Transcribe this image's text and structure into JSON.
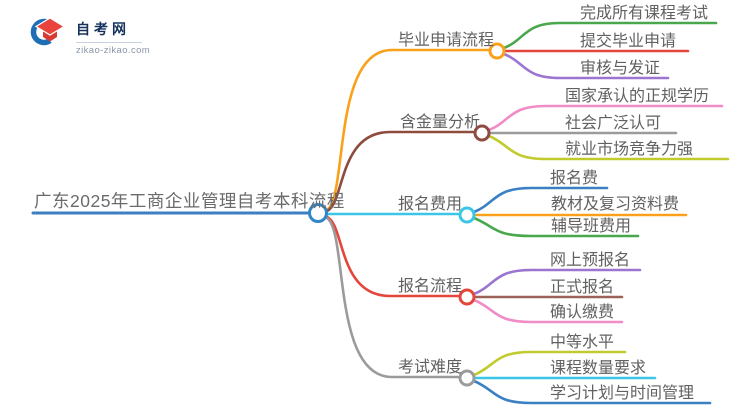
{
  "logo": {
    "name": "自考网",
    "domain": "zikao-zikao.com",
    "icon": "graduation-cap-icon"
  },
  "mindmap": {
    "title": "广东2025年工商企业管理自考本科流程",
    "root_color": "#2F86C9",
    "title_underline_color": "#3E7FC1",
    "branches": [
      {
        "label": "毕业申请流程",
        "color": "#F9A11B",
        "children": [
          {
            "label": "完成所有课程考试",
            "color": "#49A84C"
          },
          {
            "label": "提交毕业申请",
            "color": "#E5463C"
          },
          {
            "label": "审核与发证",
            "color": "#9C75D0"
          }
        ]
      },
      {
        "label": "含金量分析",
        "color": "#8E4B3F",
        "children": [
          {
            "label": "国家承认的正规学历",
            "color": "#F08CC6"
          },
          {
            "label": "社会广泛认可",
            "color": "#9B9B9B"
          },
          {
            "label": "就业市场竞争力强",
            "color": "#C2CB2E"
          }
        ]
      },
      {
        "label": "报名费用",
        "color": "#3BC6E8",
        "children": [
          {
            "label": "报名费",
            "color": "#3B80C4"
          },
          {
            "label": "教材及复习资料费",
            "color": "#F9A11B"
          },
          {
            "label": "辅导班费用",
            "color": "#49A84C"
          }
        ]
      },
      {
        "label": "报名流程",
        "color": "#E5463C",
        "children": [
          {
            "label": "网上预报名",
            "color": "#9C75D0"
          },
          {
            "label": "正式报名",
            "color": "#9C6258"
          },
          {
            "label": "确认缴费",
            "color": "#F08CC6"
          }
        ]
      },
      {
        "label": "考试难度",
        "color": "#9B9B9B",
        "children": [
          {
            "label": "中等水平",
            "color": "#C2CB2E"
          },
          {
            "label": "课程数量要求",
            "color": "#3BC6E8"
          },
          {
            "label": "学习计划与时间管理",
            "color": "#3B80C4"
          }
        ]
      }
    ]
  }
}
